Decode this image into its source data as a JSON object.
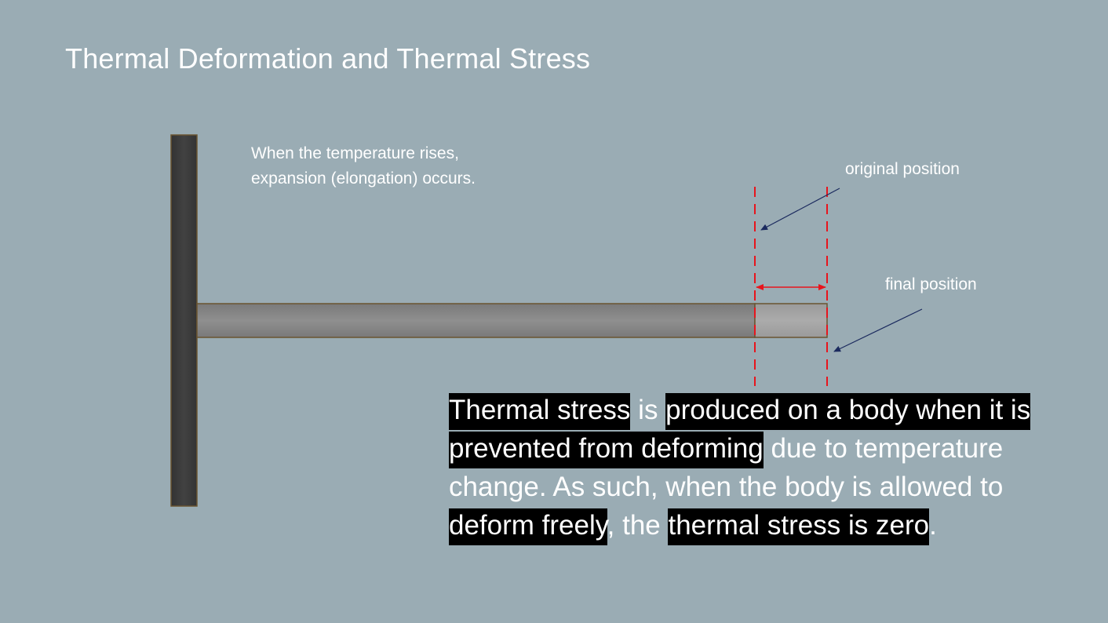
{
  "slide": {
    "title": "Thermal Deformation and Thermal Stress",
    "caption": {
      "line1": "When the temperature rises,",
      "line2": "expansion (elongation) occurs."
    },
    "labels": {
      "original_position": "original position",
      "final_position": "final position"
    },
    "paragraph": {
      "s1": "Thermal stress",
      "s2": " is ",
      "s3": "produced on a body when it is prevented from deforming",
      "s4": " due to temperature change. As such, when the body is allowed to ",
      "s5": "deform freely",
      "s6": ", the ",
      "s7": "thermal stress is zero",
      "s8": "."
    }
  },
  "colors": {
    "background": "#9aacb4",
    "wall": "#3c3c3c",
    "bar": "#8c8c8c",
    "bar_extension": "#a8a8a8",
    "guide_lines": "#e8141c",
    "arrows": "#1b2a5e",
    "highlight": "#000000"
  }
}
